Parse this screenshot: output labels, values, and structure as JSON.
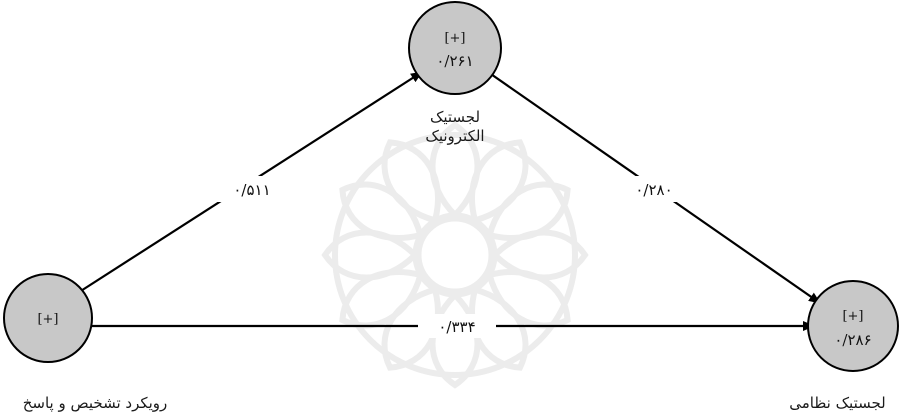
{
  "nodes": [
    {
      "id": "diagnosis",
      "label": "رویکرد تشخیص و پاسخ",
      "marker": "[+]",
      "value": ""
    },
    {
      "id": "e_logistics",
      "label_line1": "لجستیک",
      "label_line2": "الکترونیک",
      "marker": "[+]",
      "value": "۰/۲۶۱"
    },
    {
      "id": "military_logistics",
      "label": "لجستیک نظامی",
      "marker": "[+]",
      "value": "۰/۲۸۶"
    }
  ],
  "edges": [
    {
      "from": "diagnosis",
      "to": "e_logistics",
      "coefficient": "۰/۵۱۱"
    },
    {
      "from": "e_logistics",
      "to": "military_logistics",
      "coefficient": "۰/۲۸۰"
    },
    {
      "from": "diagnosis",
      "to": "military_logistics",
      "coefficient": "۰/۳۳۴"
    }
  ],
  "colors": {
    "node_fill": "#c8c8c8",
    "stroke": "#000000",
    "watermark": "#ececec"
  }
}
